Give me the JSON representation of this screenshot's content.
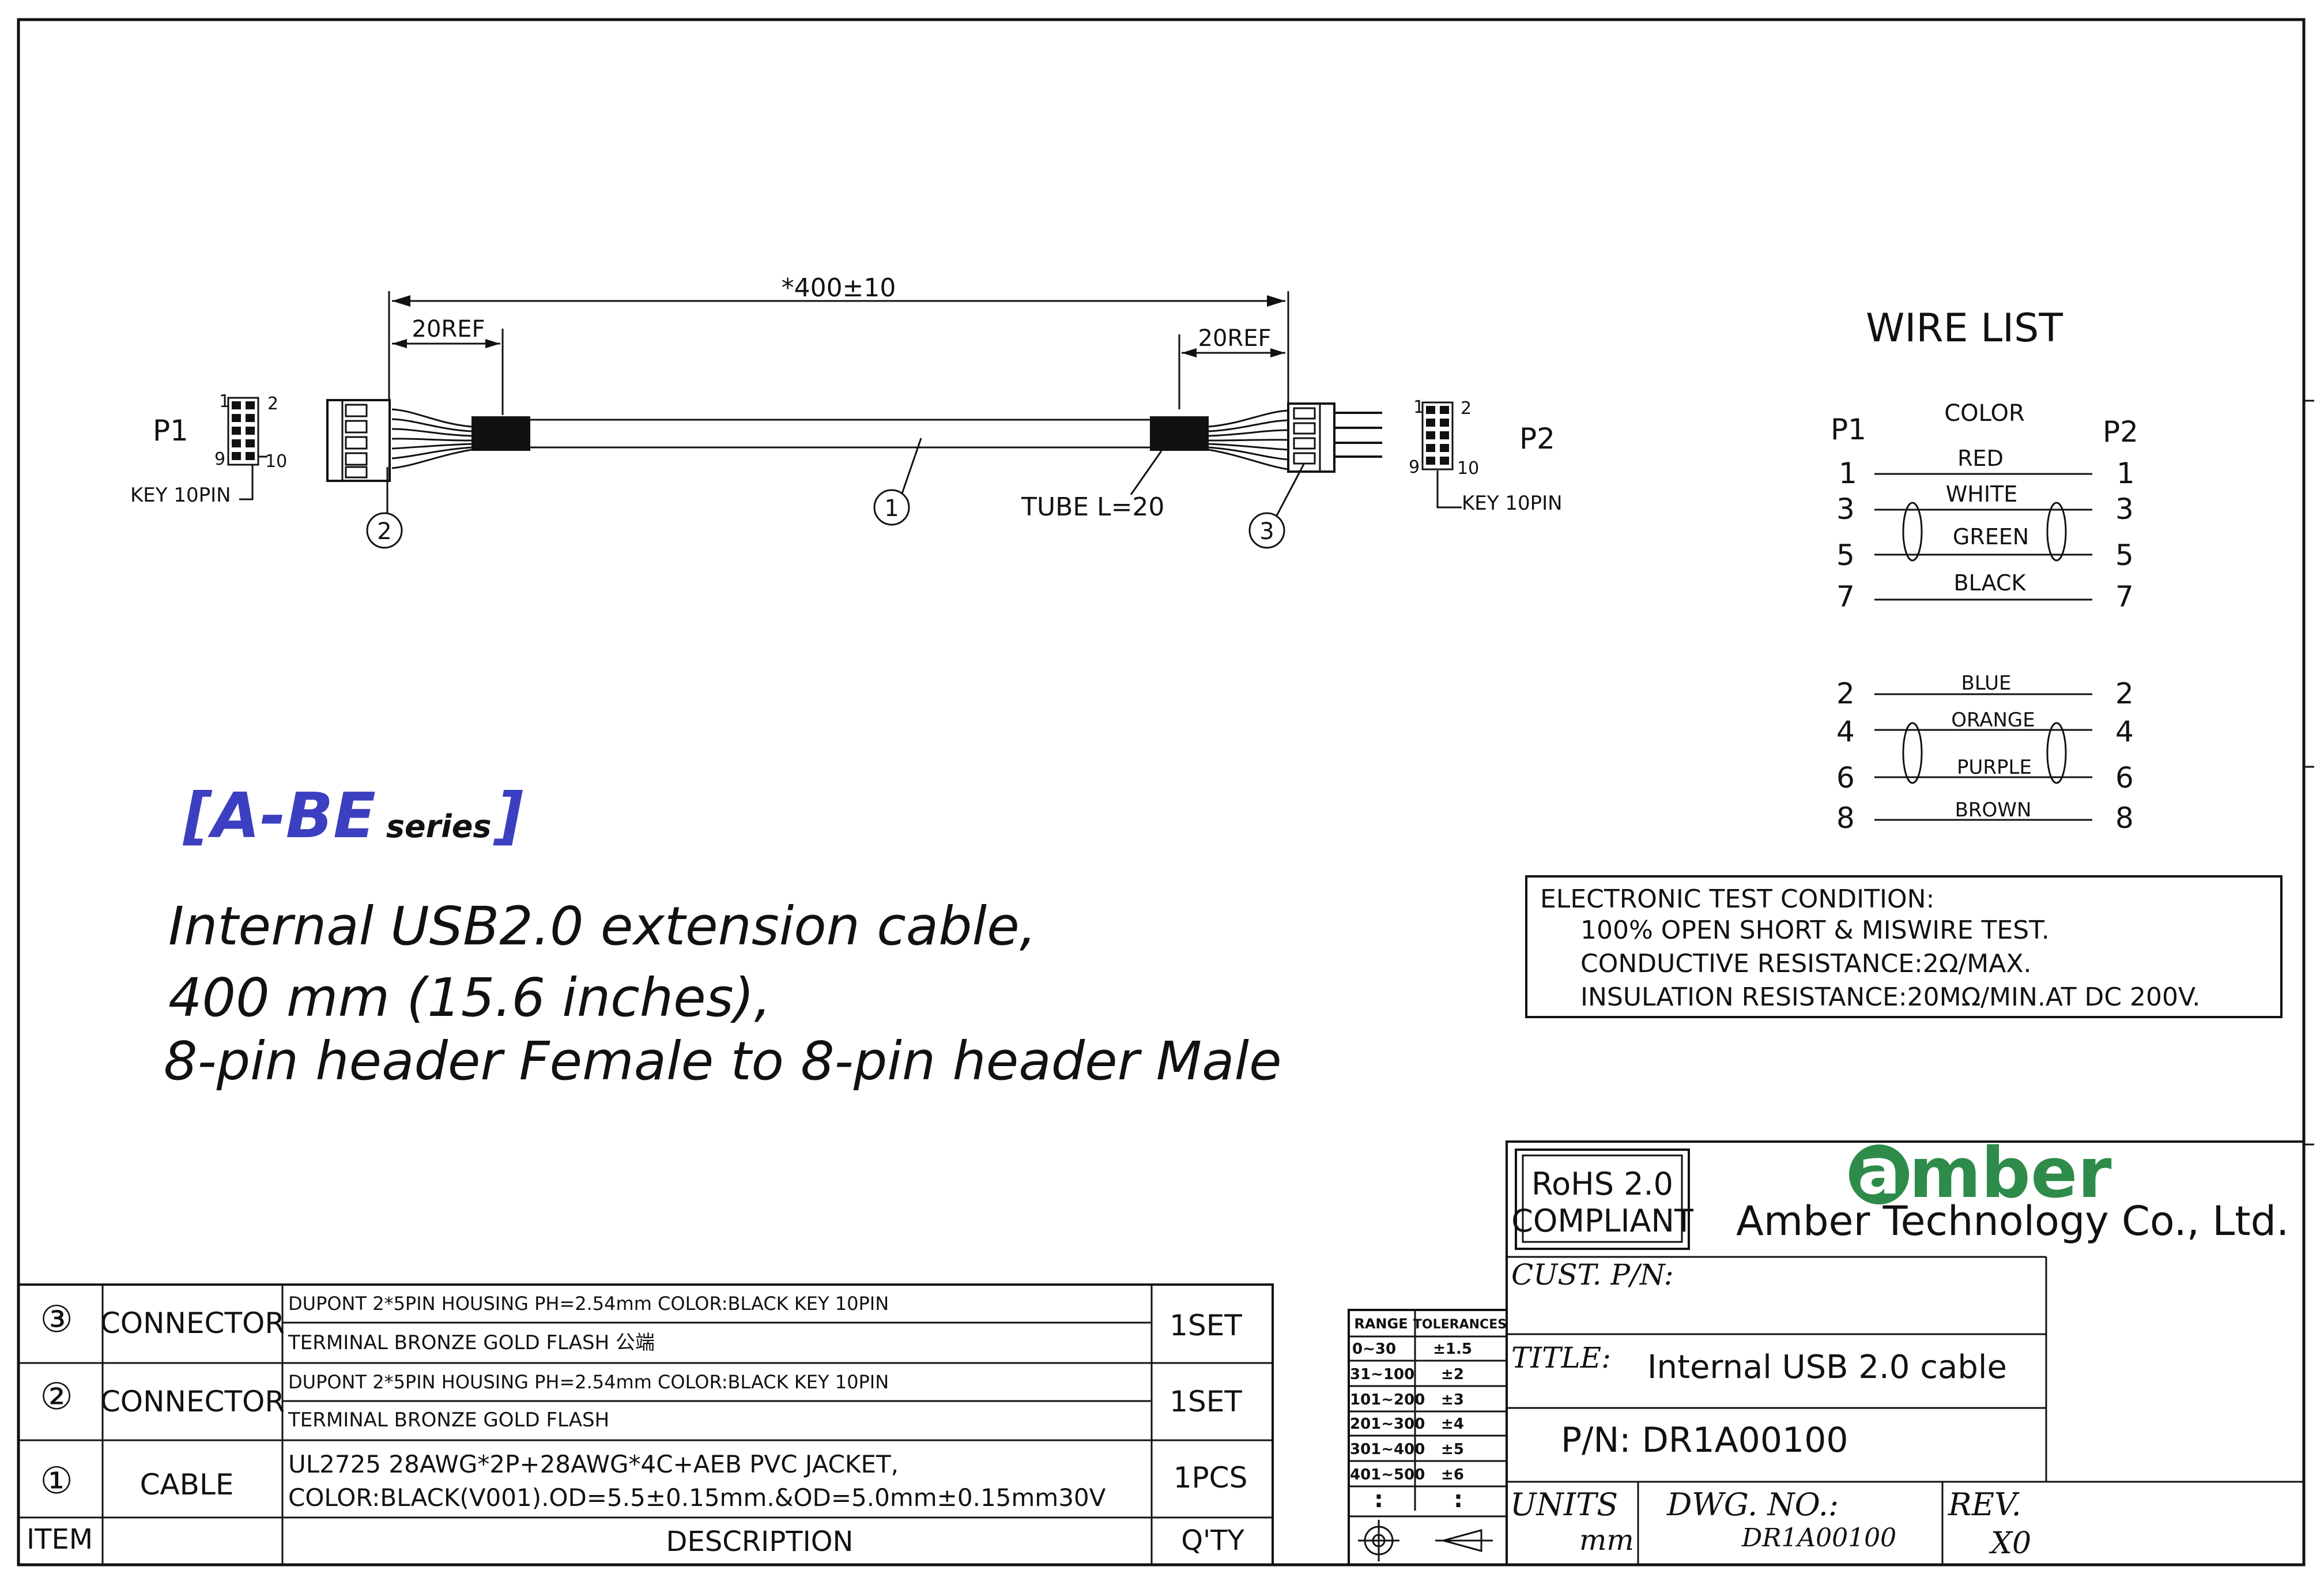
{
  "drawing": {
    "dimension_total": "*400±10",
    "dimension_ref_left": "20REF",
    "dimension_ref_right": "20REF",
    "p1_label": "P1",
    "p2_label": "P2",
    "p1_pin_1": "1",
    "p1_pin_2": "2",
    "p1_pin_9": "9",
    "p1_pin_10": "10",
    "p2_pin_1": "1",
    "p2_pin_2": "2",
    "p2_pin_9": "9",
    "p2_pin_10": "10",
    "p1_key": "KEY  10PIN",
    "p2_key": "KEY  10PIN",
    "tube_label": "TUBE  L=20",
    "balloon_1": "1",
    "balloon_2": "2",
    "balloon_3": "3"
  },
  "wire_list": {
    "title": "WIRE  LIST",
    "color_header": "COLOR",
    "p1_header": "P1",
    "p2_header": "P2",
    "group1": [
      {
        "p1": "1",
        "color": "RED",
        "p2": "1"
      },
      {
        "p1": "3",
        "color": "WHITE",
        "p2": "3"
      },
      {
        "p1": "5",
        "color": "GREEN",
        "p2": "5"
      },
      {
        "p1": "7",
        "color": "BLACK",
        "p2": "7"
      }
    ],
    "group2": [
      {
        "p1": "2",
        "color": "BLUE",
        "p2": "2"
      },
      {
        "p1": "4",
        "color": "ORANGE",
        "p2": "4"
      },
      {
        "p1": "6",
        "color": "PURPLE",
        "p2": "6"
      },
      {
        "p1": "8",
        "color": "BROWN",
        "p2": "8"
      }
    ]
  },
  "test_condition": {
    "title": "ELECTRONIC  TEST  CONDITION:",
    "line1": "100%  OPEN  SHORT  &  MISWIRE  TEST.",
    "line2": "CONDUCTIVE  RESISTANCE:2Ω/MAX.",
    "line3": "INSULATION  RESISTANCE:20MΩ/MIN.AT  DC  200V."
  },
  "description": {
    "series_main": "[A-BE",
    "series_small": "series",
    "series_close": "]",
    "line1": "Internal USB2.0 extension cable,",
    "line2": "400 mm (15.6 inches),",
    "line3": "8-pin header Female to 8-pin header Male"
  },
  "bom": {
    "rows": [
      {
        "item": "③",
        "name": "CONNECTOR",
        "desc1": "DUPONT  2*5PIN  HOUSING  PH=2.54mm    COLOR:BLACK  KEY  10PIN",
        "desc2": "TERMINAL  BRONZE    GOLD  FLASH    公端",
        "qty": "1SET"
      },
      {
        "item": "②",
        "name": "CONNECTOR",
        "desc1": "DUPONT  2*5PIN  HOUSING  PH=2.54mm    COLOR:BLACK  KEY  10PIN",
        "desc2": "TERMINAL  BRONZE    GOLD  FLASH",
        "qty": "1SET"
      },
      {
        "item": "①",
        "name": "CABLE",
        "desc1": "UL2725  28AWG*2P+28AWG*4C+AEB  PVC  JACKET,",
        "desc2": "COLOR:BLACK(V001).OD=5.5±0.15mm.&OD=5.0mm±0.15mm30V",
        "qty": "1PCS"
      }
    ],
    "header_item": "ITEM",
    "header_desc": "DESCRIPTION",
    "header_qty": "Q'TY"
  },
  "tolerances": {
    "header_range": "RANGE",
    "header_tol": "TOLERANCES",
    "rows": [
      {
        "range": "0~30",
        "tol": "±1.5"
      },
      {
        "range": "31~100",
        "tol": "±2"
      },
      {
        "range": "101~200",
        "tol": "±3"
      },
      {
        "range": "201~300",
        "tol": "±4"
      },
      {
        "range": "301~400",
        "tol": "±5"
      },
      {
        "range": "401~500",
        "tol": "±6"
      }
    ],
    "dots": ":"
  },
  "title_block": {
    "rohs_line1": "RoHS 2.0",
    "rohs_line2": "COMPLIANT",
    "logo_a": "a",
    "logo_rest": "mber",
    "company": "Amber Technology Co., Ltd.",
    "cust_pn_label": "CUST. P/N:",
    "title_label": "TITLE:",
    "title_value": "Internal USB 2.0 cable",
    "pn": "P/N: DR1A00100",
    "units_label": "UNITS",
    "units_value": "mm",
    "dwg_label": "DWG. NO.:",
    "dwg_value": "DR1A00100",
    "rev_label": "REV.",
    "rev_value": "X0"
  },
  "colors": {
    "series_blue": "#3b3fc0",
    "logo_green": "#2e8b4a",
    "line": "#111111"
  }
}
